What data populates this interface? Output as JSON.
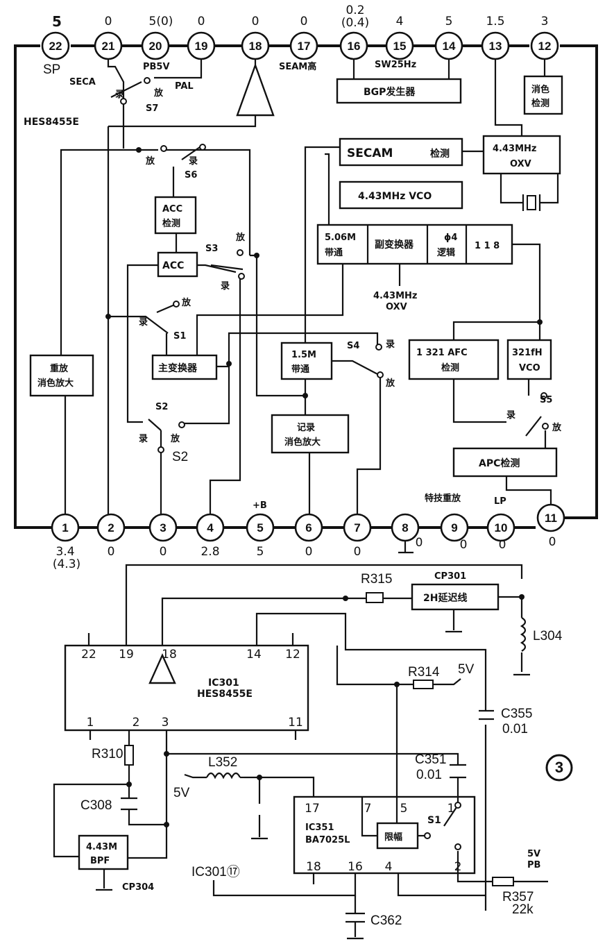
{
  "top_ic": {
    "chip_label": "HES8455E",
    "top_pins": [
      {
        "num": "22",
        "volt": "5",
        "sub": "SP"
      },
      {
        "num": "21",
        "volt": "0",
        "sub": ""
      },
      {
        "num": "20",
        "volt": "5(0)",
        "sub": "PB5V"
      },
      {
        "num": "19",
        "volt": "0",
        "sub": ""
      },
      {
        "num": "18",
        "volt": "0",
        "sub": ""
      },
      {
        "num": "17",
        "volt": "0",
        "sub": "SEAM高"
      },
      {
        "num": "16",
        "volt": "0.2",
        "volt2": "(0.4)",
        "sub": ""
      },
      {
        "num": "15",
        "volt": "4",
        "sub": "SW25Hz"
      },
      {
        "num": "14",
        "volt": "5",
        "sub": ""
      },
      {
        "num": "13",
        "volt": "1.5",
        "sub": ""
      },
      {
        "num": "12",
        "volt": "3",
        "sub": ""
      }
    ],
    "bottom_pins": [
      {
        "num": "1",
        "volt": "3.4",
        "volt2": "(4.3)",
        "sub": ""
      },
      {
        "num": "2",
        "volt": "0",
        "sub": ""
      },
      {
        "num": "3",
        "volt": "0",
        "sub": ""
      },
      {
        "num": "4",
        "volt": "2.8",
        "sub": ""
      },
      {
        "num": "5",
        "volt": "5",
        "sub": "+B"
      },
      {
        "num": "6",
        "volt": "0",
        "sub": ""
      },
      {
        "num": "7",
        "volt": "0",
        "sub": ""
      },
      {
        "num": "8",
        "volt": "0",
        "sub": ""
      },
      {
        "num": "9",
        "volt": "0",
        "sub": "特技重放"
      },
      {
        "num": "10",
        "volt": "0",
        "sub": "LP"
      },
      {
        "num": "11",
        "volt": "0",
        "sub": ""
      }
    ],
    "blocks": {
      "bgp": "BGP发生器",
      "kill_det_1": "消色",
      "kill_det_2": "检测",
      "secam_det_1": "SECAM",
      "secam_det_2": "检测",
      "oxv_1": "4.43MHz",
      "oxv_2": "OXV",
      "vco443": "4.43MHz  VCO",
      "bp506_1": "5.06M",
      "bp506_2": "带通",
      "subconv": "副变换器",
      "phi4_1": "ϕ4",
      "phi4_2": "逻辑",
      "div8": "1 1 8",
      "oxv_label_1": "4.43MHz",
      "oxv_label_2": "OXV",
      "acc_det_1": "ACC",
      "acc_det_2": "检测",
      "acc": "ACC",
      "main_conv": "主变换器",
      "bp15_1": "1.5M",
      "bp15_2": "带通",
      "rec_kill_1": "记录",
      "rec_kill_2": "消色放大",
      "pb_kill_1": "重放",
      "pb_kill_2": "消色放大",
      "afc_1": "1 321  AFC",
      "afc_2": "检测",
      "vco321_1": "321fH",
      "vco321_2": "VCO",
      "apc": "APC检测"
    },
    "switches": {
      "seca": "SECA",
      "pal": "PAL",
      "s7": "S7",
      "s6": "S6",
      "s3": "S3",
      "s1": "S1",
      "s2": "S2",
      "s2b": "S2",
      "s4": "S4",
      "s5": "S5",
      "rec": "录",
      "play": "放"
    }
  },
  "bottom_circuit": {
    "ic301_1": "IC301",
    "ic301_2": "HES8455E",
    "ic301_pins": [
      "22",
      "19",
      "18",
      "14",
      "12",
      "1",
      "2",
      "3",
      "11"
    ],
    "ic351_1": "IC351",
    "ic351_2": "BA7025L",
    "ic351_pins": [
      "17",
      "7",
      "5",
      "1",
      "18",
      "16",
      "4",
      "2"
    ],
    "limiter": "限幅",
    "s1": "S1",
    "r315": "R315",
    "cp301": "CP301",
    "delay": "2H延迟线",
    "l304": "L304",
    "r314": "R314",
    "v5a": "5V",
    "c355": "C355",
    "c355v": "0.01",
    "r310": "R310",
    "l352": "L352",
    "v5b": "5V",
    "c351": "C351",
    "c351v": "0.01",
    "c308": "C308",
    "bpf_1": "4.43M",
    "bpf_2": "BPF",
    "cp304": "CP304",
    "ic301_17": "IC301⑰",
    "c362": "C362",
    "pb5v_1": "5V",
    "pb5v_2": "PB",
    "r357": "R357",
    "r357v": "22k",
    "fig": "3"
  }
}
